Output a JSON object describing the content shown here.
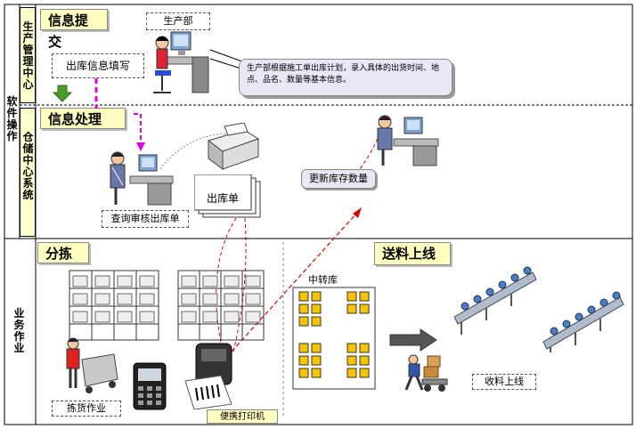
{
  "lanes": {
    "software_ops": "软件操作",
    "production_center": "生产管理中心",
    "warehouse_system": "仓储中心系统",
    "business_ops": "业务作业"
  },
  "headers": {
    "info_submit": "信息提交",
    "info_process": "信息处理",
    "sorting": "分拣",
    "deliver": "送料上线"
  },
  "labels": {
    "production_dept": "生产部",
    "outbound_fill": "出库信息填写",
    "production_note": "生产部根据施工单出库计划，录入具体的出货时间、地点、品名、数量等基本信息。",
    "query_review": "查询审核出库单",
    "outbound_doc": "出库单",
    "update_stock": "更新库存数量",
    "transfer_store": "中转库",
    "picking": "拣货作业",
    "portable_printer": "便携打印机",
    "receive_online": "收料上线"
  }
}
